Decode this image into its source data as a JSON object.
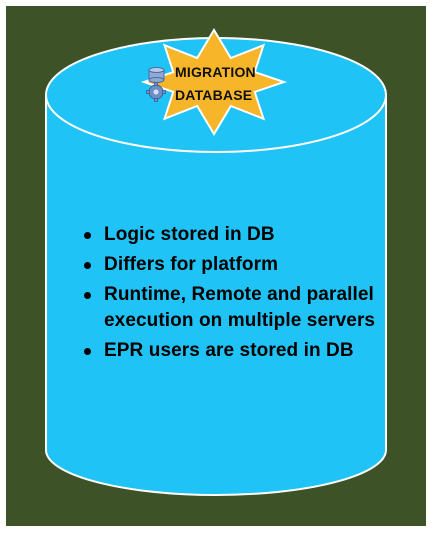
{
  "diagram": {
    "colors": {
      "background": "#3d5327",
      "cylinder_fill": "#1fc3f5",
      "cylinder_stroke": "#ffffff",
      "star_fill": "#f7b52a",
      "star_stroke": "#ffffff",
      "text": "#000000"
    },
    "badge": {
      "line1": "MIGRATION",
      "line2": "DATABASE",
      "icons": [
        "database-icon",
        "gear-icon"
      ]
    },
    "bullets": [
      "Logic stored in DB",
      "Differs for platform",
      "Runtime, Remote and parallel execution on multiple servers",
      "EPR users are stored in DB"
    ]
  }
}
